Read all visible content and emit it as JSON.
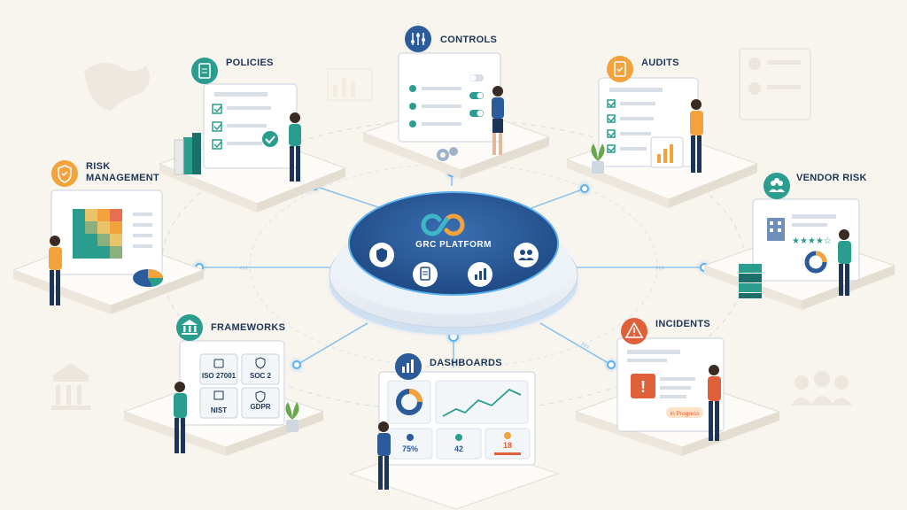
{
  "hub": {
    "title": "GRC PLATFORM"
  },
  "modules": {
    "policies": "POLICIES",
    "controls": "CONTROLS",
    "audits": "AUDITS",
    "risk_line1": "RISK",
    "risk_line2": "MANAGEMENT",
    "vendor": "VENDOR RISK",
    "frameworks": "FRAMEWORKS",
    "dashboards": "DASHBOARDS",
    "incidents": "INCIDENTS"
  },
  "frameworks_list": [
    "ISO 27001",
    "SOC 2",
    "NIST",
    "GDPR"
  ],
  "dashboard_stats": {
    "stat1": "75%",
    "stat2": "42",
    "stat3": "18"
  },
  "incident_badge": "In Progress",
  "colors": {
    "navy": "#1d3557",
    "teal": "#2a9d8f",
    "orange": "#f4a23c",
    "red": "#e0603a",
    "hub_blue": "#2b5b9a"
  }
}
